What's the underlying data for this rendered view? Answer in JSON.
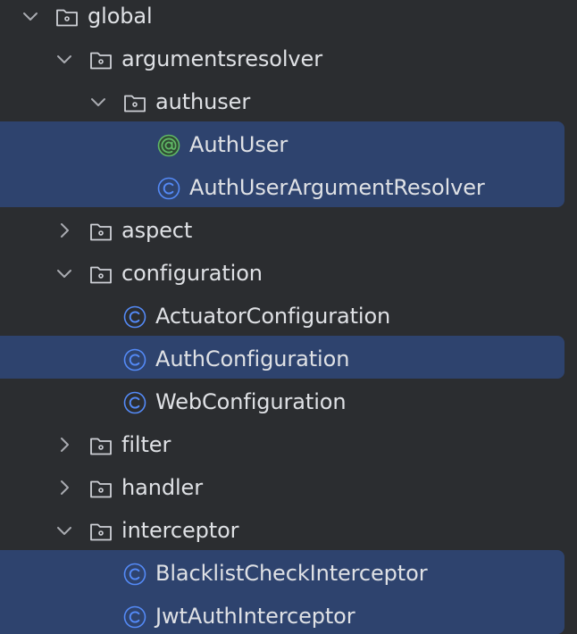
{
  "tree": {
    "items": [
      {
        "label": "global",
        "kind": "folder",
        "state": "expanded"
      },
      {
        "label": "argumentsresolver",
        "kind": "folder",
        "state": "expanded"
      },
      {
        "label": "authuser",
        "kind": "folder",
        "state": "expanded"
      },
      {
        "label": "AuthUser",
        "kind": "annotation",
        "state": "leaf"
      },
      {
        "label": "AuthUserArgumentResolver",
        "kind": "class",
        "state": "leaf"
      },
      {
        "label": "aspect",
        "kind": "folder",
        "state": "collapsed"
      },
      {
        "label": "configuration",
        "kind": "folder",
        "state": "expanded"
      },
      {
        "label": "ActuatorConfiguration",
        "kind": "class",
        "state": "leaf"
      },
      {
        "label": "AuthConfiguration",
        "kind": "class",
        "state": "leaf"
      },
      {
        "label": "WebConfiguration",
        "kind": "class",
        "state": "leaf"
      },
      {
        "label": "filter",
        "kind": "folder",
        "state": "collapsed"
      },
      {
        "label": "handler",
        "kind": "folder",
        "state": "collapsed"
      },
      {
        "label": "interceptor",
        "kind": "folder",
        "state": "expanded"
      },
      {
        "label": "BlacklistCheckInterceptor",
        "kind": "class",
        "state": "leaf"
      },
      {
        "label": "JwtAuthInterceptor",
        "kind": "class",
        "state": "leaf"
      }
    ],
    "selected": [
      "AuthUser",
      "AuthUserArgumentResolver",
      "AuthConfiguration",
      "BlacklistCheckInterceptor",
      "JwtAuthInterceptor"
    ]
  },
  "colors": {
    "background": "#2b2d30",
    "selection": "#2e436e",
    "text": "#dfe1e5",
    "chevron": "#a9abb1",
    "folder_icon": "#ced0d6",
    "class_icon": "#548af7",
    "annotation_icon": "#5fb865"
  },
  "icons": {
    "expanded": "chevron-down-icon",
    "collapsed": "chevron-right-icon",
    "folder": "package-folder-icon",
    "class": "class-icon",
    "annotation": "annotation-icon"
  }
}
